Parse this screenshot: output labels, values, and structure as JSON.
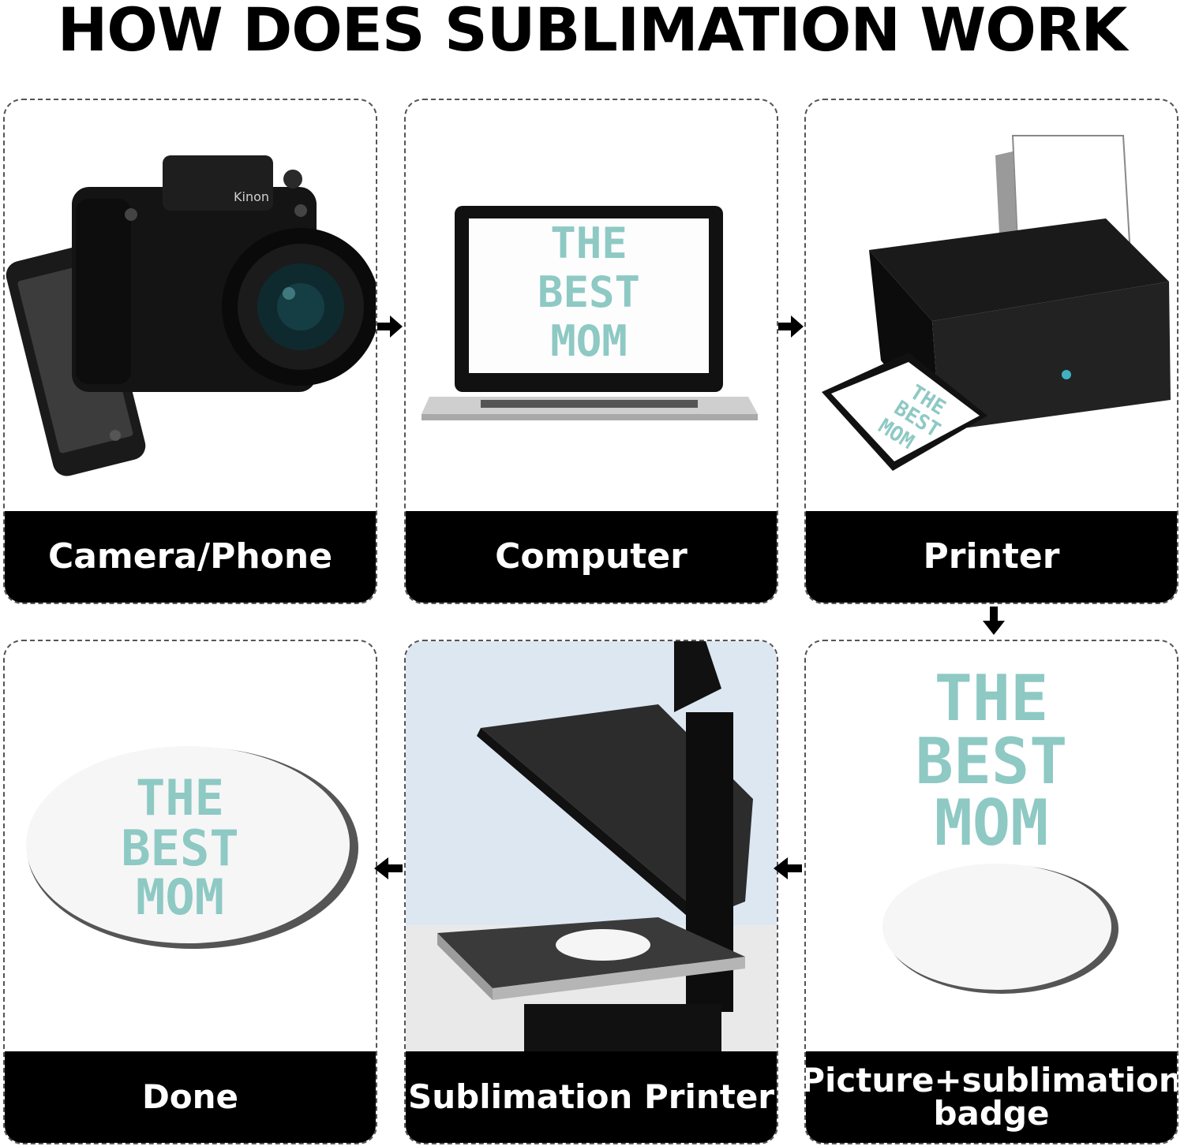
{
  "title": "HOW DOES SUBLIMATION WORK",
  "steps": [
    {
      "label": "Camera/Phone"
    },
    {
      "label": "Computer"
    },
    {
      "label": "Printer"
    },
    {
      "label": "Picture+sublimation badge",
      "line1": "Picture+sublimation",
      "line2": "badge"
    },
    {
      "label": "Sublimation Printer"
    },
    {
      "label": "Done"
    }
  ],
  "camera_brand": "Kinon",
  "design_text": {
    "line1": "THE",
    "line2": "BEST",
    "line3": "MOM"
  },
  "colors": {
    "background": "#ffffff",
    "bar": "#000000",
    "label_text": "#ffffff",
    "teal": "#8ec9c4",
    "peach": "#f0b89a"
  }
}
